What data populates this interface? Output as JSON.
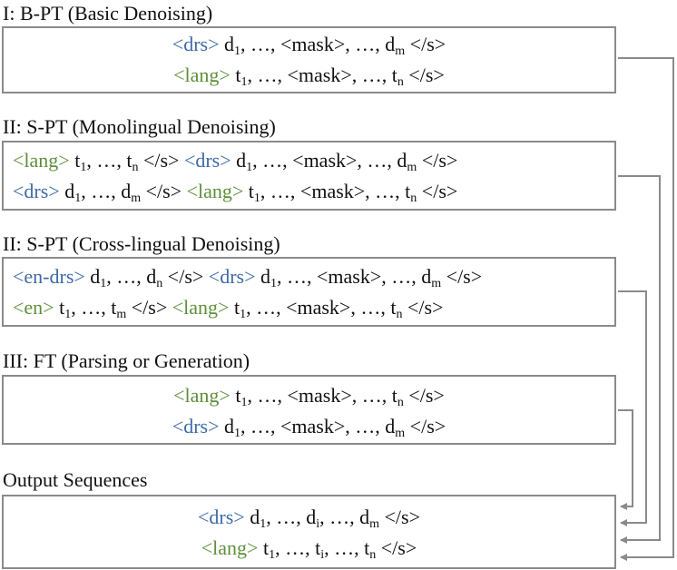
{
  "colors": {
    "drs_tag": "#3d6aa6",
    "lang_tag": "#5e8f3a",
    "box_border": "#8a8a8a",
    "connector": "#8a8a8a"
  },
  "stages": [
    {
      "title": "I: B-PT (Basic Denoising)",
      "align": "center",
      "lines": [
        [
          {
            "t": "<drs>",
            "c": "drs"
          },
          {
            "t": " d"
          },
          {
            "s": "1"
          },
          {
            "t": ", …, <mask>, …, d"
          },
          {
            "s": "m"
          },
          {
            "t": " </s>"
          }
        ],
        [
          {
            "t": "<lang>",
            "c": "lang"
          },
          {
            "t": " t"
          },
          {
            "s": "1"
          },
          {
            "t": ", …, <mask>, …, t"
          },
          {
            "s": "n"
          },
          {
            "t": " </s>"
          }
        ]
      ]
    },
    {
      "title": "II: S-PT (Monolingual Denoising)",
      "align": "left",
      "lines": [
        [
          {
            "t": "<lang>",
            "c": "lang"
          },
          {
            "t": " t"
          },
          {
            "s": "1"
          },
          {
            "t": ", …, t"
          },
          {
            "s": "n"
          },
          {
            "t": " </s> "
          },
          {
            "t": "<drs>",
            "c": "drs"
          },
          {
            "t": " d"
          },
          {
            "s": "1"
          },
          {
            "t": ", …, <mask>, …, d"
          },
          {
            "s": "m"
          },
          {
            "t": " </s>"
          }
        ],
        [
          {
            "t": "<drs>",
            "c": "drs"
          },
          {
            "t": " d"
          },
          {
            "s": "1"
          },
          {
            "t": ", …, d"
          },
          {
            "s": "m"
          },
          {
            "t": " </s> "
          },
          {
            "t": "<lang>",
            "c": "lang"
          },
          {
            "t": " t"
          },
          {
            "s": "1"
          },
          {
            "t": ", …, <mask>, …, t"
          },
          {
            "s": "n"
          },
          {
            "t": " </s>"
          }
        ]
      ]
    },
    {
      "title": "II: S-PT (Cross-lingual Denoising)",
      "align": "left",
      "lines": [
        [
          {
            "t": "<en-drs>",
            "c": "drs"
          },
          {
            "t": " d"
          },
          {
            "s": "1"
          },
          {
            "t": ", …, d"
          },
          {
            "s": "n"
          },
          {
            "t": " </s> "
          },
          {
            "t": "<drs>",
            "c": "drs"
          },
          {
            "t": " d"
          },
          {
            "s": "1"
          },
          {
            "t": ", …, <mask>, …, d"
          },
          {
            "s": "m"
          },
          {
            "t": " </s>"
          }
        ],
        [
          {
            "t": "<en>",
            "c": "lang"
          },
          {
            "t": " t"
          },
          {
            "s": "1"
          },
          {
            "t": ", …, t"
          },
          {
            "s": "m"
          },
          {
            "t": " </s> "
          },
          {
            "t": "<lang>",
            "c": "lang"
          },
          {
            "t": " t"
          },
          {
            "s": "1"
          },
          {
            "t": ", …, <mask>, …, t"
          },
          {
            "s": "n"
          },
          {
            "t": " </s>"
          }
        ]
      ]
    },
    {
      "title": "III: FT (Parsing or Generation)",
      "align": "center",
      "lines": [
        [
          {
            "t": "<lang>",
            "c": "lang"
          },
          {
            "t": " t"
          },
          {
            "s": "1"
          },
          {
            "t": ", …, <mask>, …, t"
          },
          {
            "s": "n"
          },
          {
            "t": " </s>"
          }
        ],
        [
          {
            "t": "<drs>",
            "c": "drs"
          },
          {
            "t": " d"
          },
          {
            "s": "1"
          },
          {
            "t": ", …, <mask>, …, d"
          },
          {
            "s": "m"
          },
          {
            "t": " </s>"
          }
        ]
      ]
    },
    {
      "title": "Output Sequences",
      "align": "center",
      "lines": [
        [
          {
            "t": "<drs>",
            "c": "drs"
          },
          {
            "t": " d"
          },
          {
            "s": "1"
          },
          {
            "t": ", …, d"
          },
          {
            "s": "i"
          },
          {
            "t": ", …, d"
          },
          {
            "s": "m"
          },
          {
            "t": " </s>"
          }
        ],
        [
          {
            "t": "<lang>",
            "c": "lang"
          },
          {
            "t": " t"
          },
          {
            "s": "1"
          },
          {
            "t": ", …, t"
          },
          {
            "s": "i"
          },
          {
            "t": ", …, t"
          },
          {
            "s": "n"
          },
          {
            "t": " </s>"
          }
        ]
      ]
    }
  ]
}
